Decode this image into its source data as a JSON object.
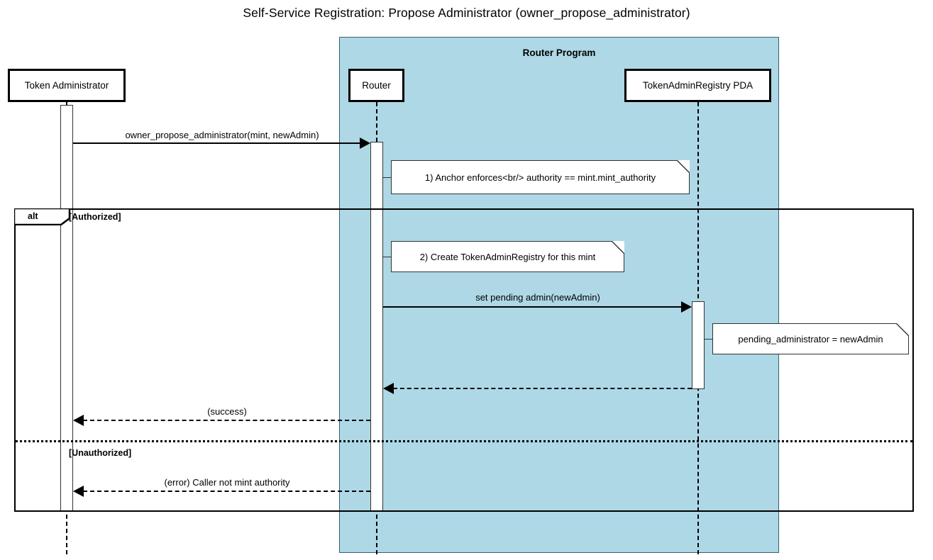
{
  "diagram": {
    "title": "Self-Service Registration: Propose Administrator (owner_propose_administrator)",
    "type": "sequence-diagram",
    "colors": {
      "group_fill": "#aed8e6",
      "group_border": "#34626c",
      "line": "#000000",
      "note_fill": "#ffffff",
      "background": "#ffffff"
    }
  },
  "group": {
    "label": "Router Program"
  },
  "participants": [
    {
      "id": "token-administrator",
      "label": "Token Administrator"
    },
    {
      "id": "router",
      "label": "Router"
    },
    {
      "id": "token-admin-registry-pda",
      "label": "TokenAdminRegistry PDA"
    }
  ],
  "messages": [
    {
      "id": "m1",
      "label": "owner_propose_administrator(mint, newAdmin)",
      "from": "token-administrator",
      "to": "router",
      "style": "solid",
      "direction": "right"
    },
    {
      "id": "m2",
      "label": "set pending admin(newAdmin)",
      "from": "router",
      "to": "token-admin-registry-pda",
      "style": "solid",
      "direction": "right"
    },
    {
      "id": "m3",
      "label": "",
      "from": "token-admin-registry-pda",
      "to": "router",
      "style": "dashed",
      "direction": "left"
    },
    {
      "id": "m4",
      "label": "(success)",
      "from": "router",
      "to": "token-administrator",
      "style": "dashed",
      "direction": "left"
    },
    {
      "id": "m5",
      "label": "(error) Caller not mint authority",
      "from": "router",
      "to": "token-administrator",
      "style": "dashed",
      "direction": "left"
    }
  ],
  "notes": [
    {
      "id": "note-1",
      "text": "1) Anchor enforces<br/> authority == mint.mint_authority",
      "attached_to": "router",
      "side": "right"
    },
    {
      "id": "note-2",
      "text": "2) Create TokenAdminRegistry for this mint",
      "attached_to": "router",
      "side": "right"
    },
    {
      "id": "note-3",
      "text": "pending_administrator = newAdmin",
      "attached_to": "token-admin-registry-pda",
      "side": "right"
    }
  ],
  "fragment": {
    "operator": "alt",
    "branches": [
      {
        "guard": "[Authorized]"
      },
      {
        "guard": "[Unauthorized]"
      }
    ]
  }
}
